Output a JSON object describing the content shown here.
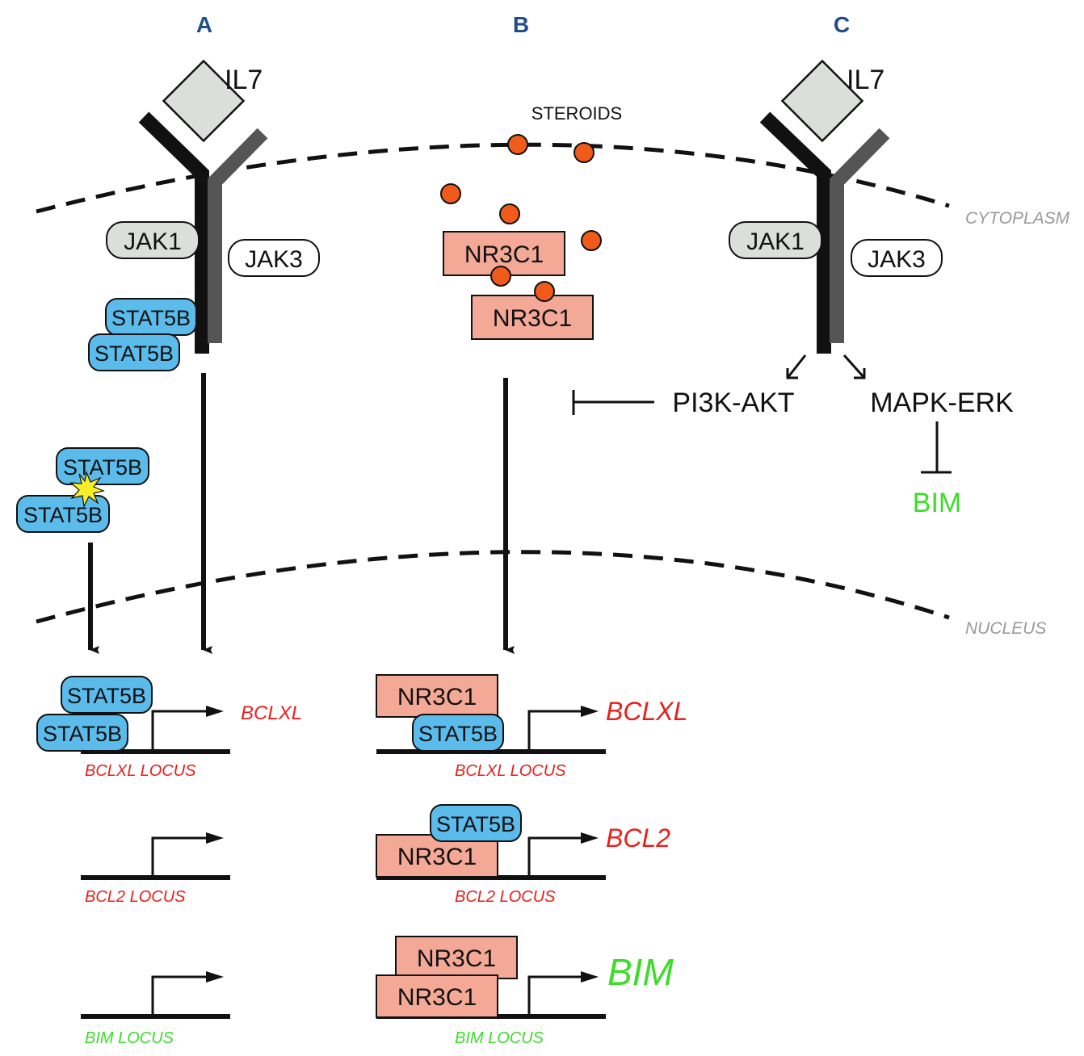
{
  "panels": [
    "A",
    "B",
    "C"
  ],
  "ligand": "IL7",
  "receptor_kinases": {
    "jak1": "JAK1",
    "jak3": "JAK3"
  },
  "stat": "STAT5B",
  "steroids_label": "STEROIDS",
  "nr": "NR3C1",
  "compartments": {
    "cytoplasm": "CYTOPLASM",
    "nucleus": "NUCLEUS"
  },
  "pathways": {
    "pi3k": "PI3K-AKT",
    "mapk": "MAPK-ERK",
    "bim": "BIM"
  },
  "loci": {
    "a": [
      {
        "locus": "BCLXL LOCUS",
        "gene": "BCLXL",
        "color": "#e8201c"
      },
      {
        "locus": "BCL2 LOCUS",
        "gene": "",
        "color": "#e8201c"
      },
      {
        "locus": "BIM LOCUS",
        "gene": "",
        "color": "#3ddc2a"
      }
    ],
    "b": [
      {
        "locus": "BCLXL LOCUS",
        "gene": "BCLXL",
        "color": "#e8201c"
      },
      {
        "locus": "BCL2 LOCUS",
        "gene": "BCL2",
        "color": "#e8201c"
      },
      {
        "locus": "BIM LOCUS",
        "gene": "BIM",
        "color": "#3ddc2a"
      }
    ]
  },
  "colors": {
    "panel_label": "#1f4e86",
    "stat_fill": "#5bbbea",
    "nr_fill": "#f3a996",
    "steroid_fill": "#f05a1a",
    "jak1_fill": "#dcdedc",
    "il7_fill": "#dcdedc",
    "red_gene": "#e8201c",
    "green_gene": "#3ddc2a",
    "star": "#f7ee2a"
  }
}
